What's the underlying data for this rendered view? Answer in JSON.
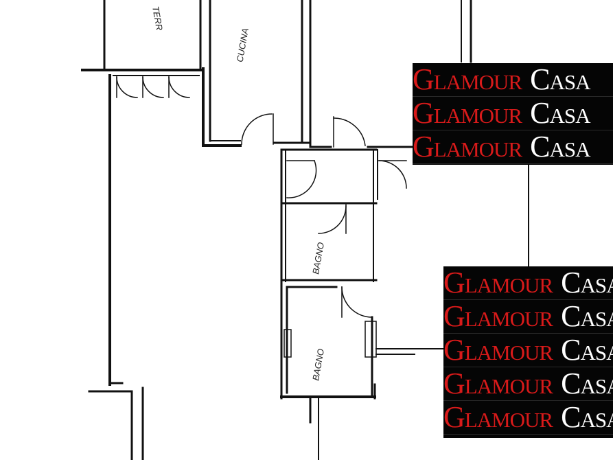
{
  "floorplan": {
    "room_labels": {
      "terrace": "TERR",
      "kitchen": "CUCINA",
      "bathroom_upper": "BAGNO",
      "bathroom_lower": "BAGNO"
    }
  },
  "watermark": {
    "brand_red": "Glamour",
    "brand_white": "Casa",
    "colors": {
      "red": "#d81a1a",
      "white": "#ffffff",
      "background": "#050505"
    }
  }
}
